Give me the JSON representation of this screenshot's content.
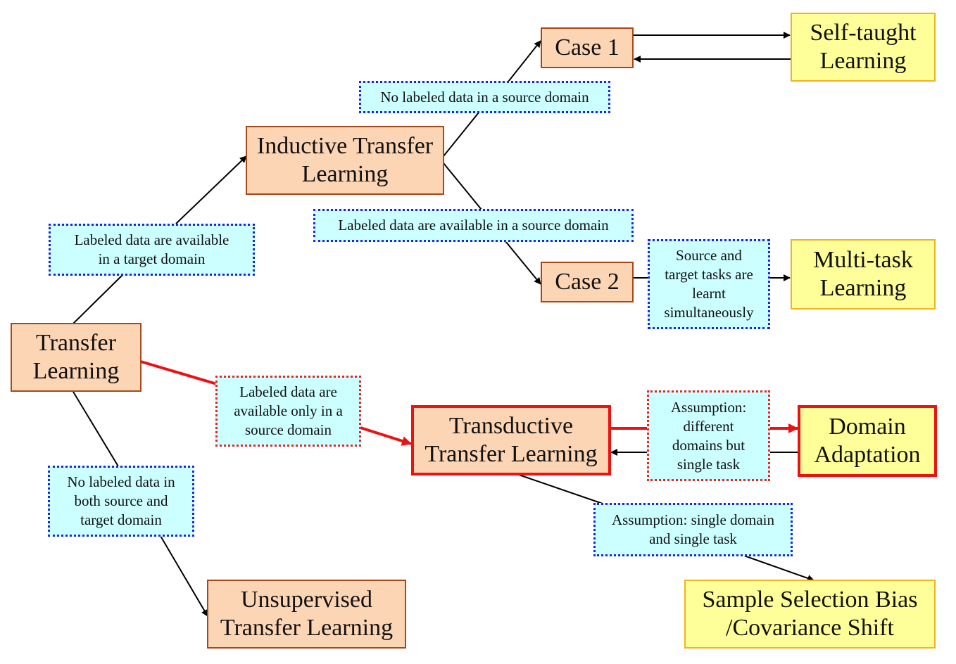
{
  "nodes": {
    "transfer_learning": "Transfer\nLearning",
    "inductive": "Inductive Transfer\nLearning",
    "case1": "Case 1",
    "case2": "Case 2",
    "self_taught": "Self-taught\nLearning",
    "multi_task": "Multi-task\nLearning",
    "transductive": "Transductive\nTransfer Learning",
    "domain_adaptation": "Domain\nAdaptation",
    "sample_selection": "Sample Selection Bias\n/Covariance Shift",
    "unsupervised": "Unsupervised\nTransfer Learning"
  },
  "notes": {
    "labeled_target": "Labeled data are available\nin a target domain",
    "no_labeled_source": "No labeled data in a source domain",
    "labeled_source": "Labeled data are available  in a source domain",
    "simultaneous": "Source and\ntarget tasks are\nlearnt\nsimultaneously",
    "only_source": "Labeled data are\navailable  only in a\nsource domain",
    "diff_domains": "Assumption:\ndifferent\ndomains but\nsingle task",
    "single_domain": "Assumption: single domain\nand single task",
    "no_labeled_both": "No labeled data in\nboth source and\ntarget domain"
  },
  "colors": {
    "node_fill": "#fcd5b4",
    "node_border": "#a6481c",
    "leaf_fill": "#ffff99",
    "leaf_border": "#f1b320",
    "note_fill": "#ccffff",
    "note_border": "#2222dd",
    "highlight": "#ee1111"
  }
}
